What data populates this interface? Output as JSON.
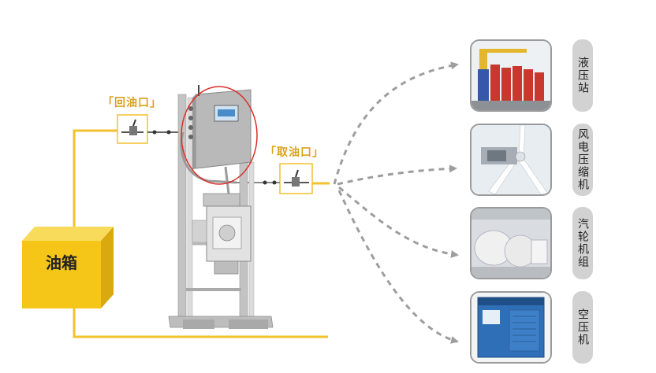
{
  "labels": {
    "return_port": "「回油口」",
    "intake_port": "「取油口」",
    "oil_tank": "油箱"
  },
  "applications": [
    {
      "name": "液压站",
      "icon": "hydraulic-station-photo"
    },
    {
      "name": "风电压缩机",
      "icon": "wind-turbine-photo"
    },
    {
      "name": "汽轮机组",
      "icon": "steam-turbine-photo"
    },
    {
      "name": "空压机",
      "icon": "air-compressor-photo"
    }
  ],
  "colors": {
    "pipe": "#f2c12e",
    "tank_front": "#f5c518",
    "tank_top": "#f9db5c",
    "tank_side": "#d9a90f",
    "highlight_circle": "#d9302a",
    "arrow": "#9e9e9e",
    "frame": "#b7b7b7"
  }
}
